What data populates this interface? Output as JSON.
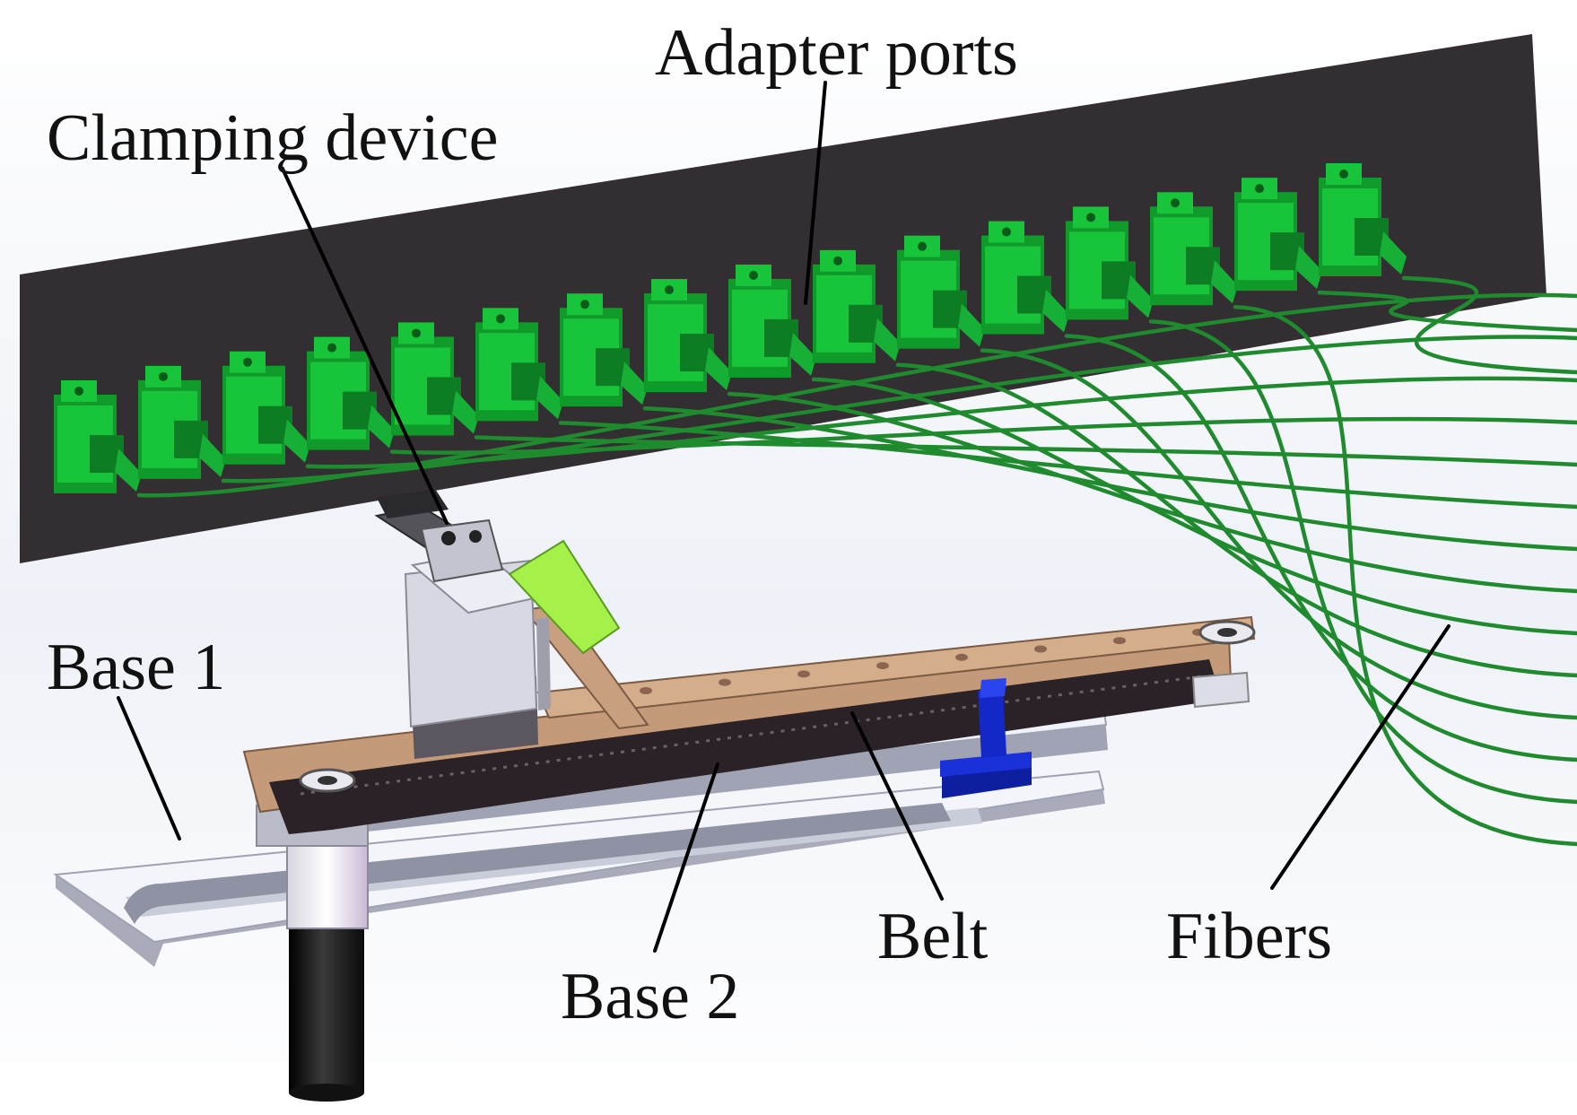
{
  "labels": {
    "adapter_ports": "Adapter ports",
    "clamping_device": "Clamping device",
    "base1": "Base 1",
    "base2": "Base 2",
    "belt": "Belt",
    "fibers": "Fibers"
  },
  "adapter_count": 16,
  "colors": {
    "background": "#ffffff",
    "panel": "#332e31",
    "adapter_green": "#17c43a",
    "fiber_green": "#1f8a2e",
    "rail_wood": "#c49a78",
    "belt_dark": "#2a2226",
    "base_white": "#eef1f8",
    "blue_block": "#1428c8",
    "clamp_lime": "#a6f04a",
    "post_black": "#1a1a1a"
  }
}
